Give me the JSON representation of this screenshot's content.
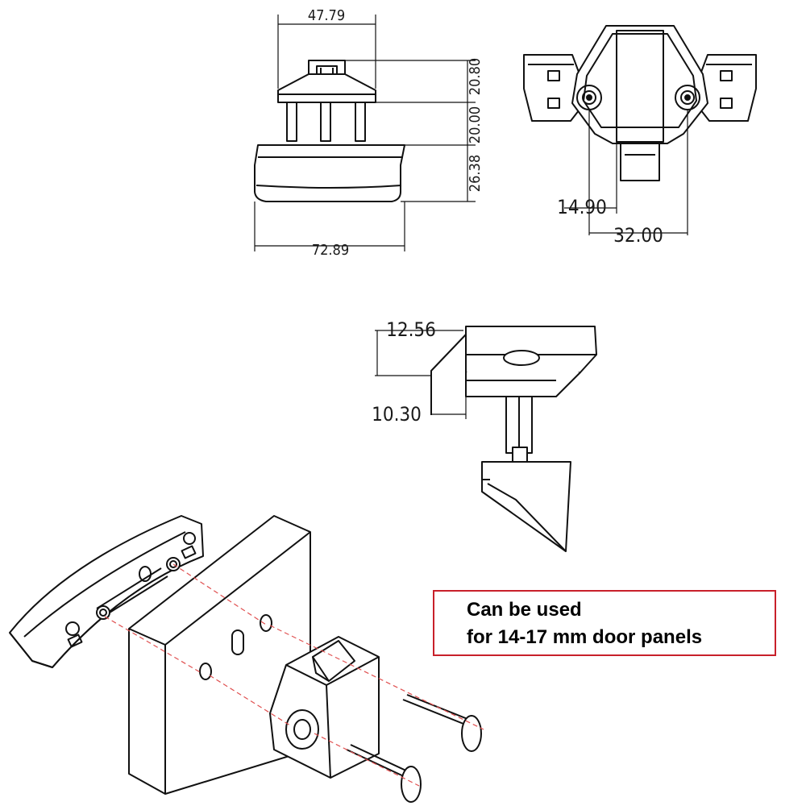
{
  "dimensions": {
    "top_width": "47.79",
    "height_a": "20.80",
    "height_b": "20.00",
    "height_c": "26.38",
    "bottom_width": "72.89",
    "hole_offset": "14.90",
    "hole_spacing": "32.00",
    "side_depth": "12.56",
    "side_offset": "10.30"
  },
  "callout": {
    "line1": "Can be used",
    "line2": "for 14-17 mm door panels"
  },
  "colors": {
    "line": "#111111",
    "guide": "#e05050",
    "callout_border": "#c8202a"
  }
}
